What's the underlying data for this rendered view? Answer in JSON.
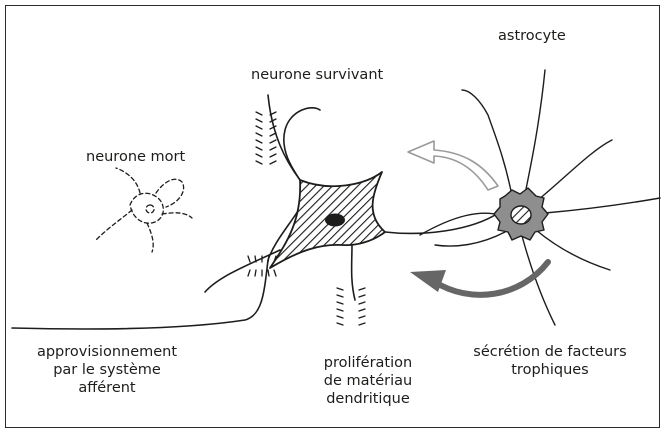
{
  "labels": {
    "astrocyte": "astrocyte",
    "surviving_neuron": "neurone survivant",
    "dead_neuron": "neurone mort",
    "afferent_supply": [
      "approvisionnement",
      "par le système",
      "afférent"
    ],
    "dendritic_proliferation": [
      "prolifération",
      "de matériau",
      "dendritique"
    ],
    "trophic_secretion": [
      "sécrétion de facteurs",
      "trophiques"
    ]
  },
  "colors": {
    "ink": "#1d1d1b",
    "astrocyte_fill": "#8e8e8e",
    "secretion_arrow": "#666666",
    "uptake_arrow_outline": "#9a9a9a"
  }
}
